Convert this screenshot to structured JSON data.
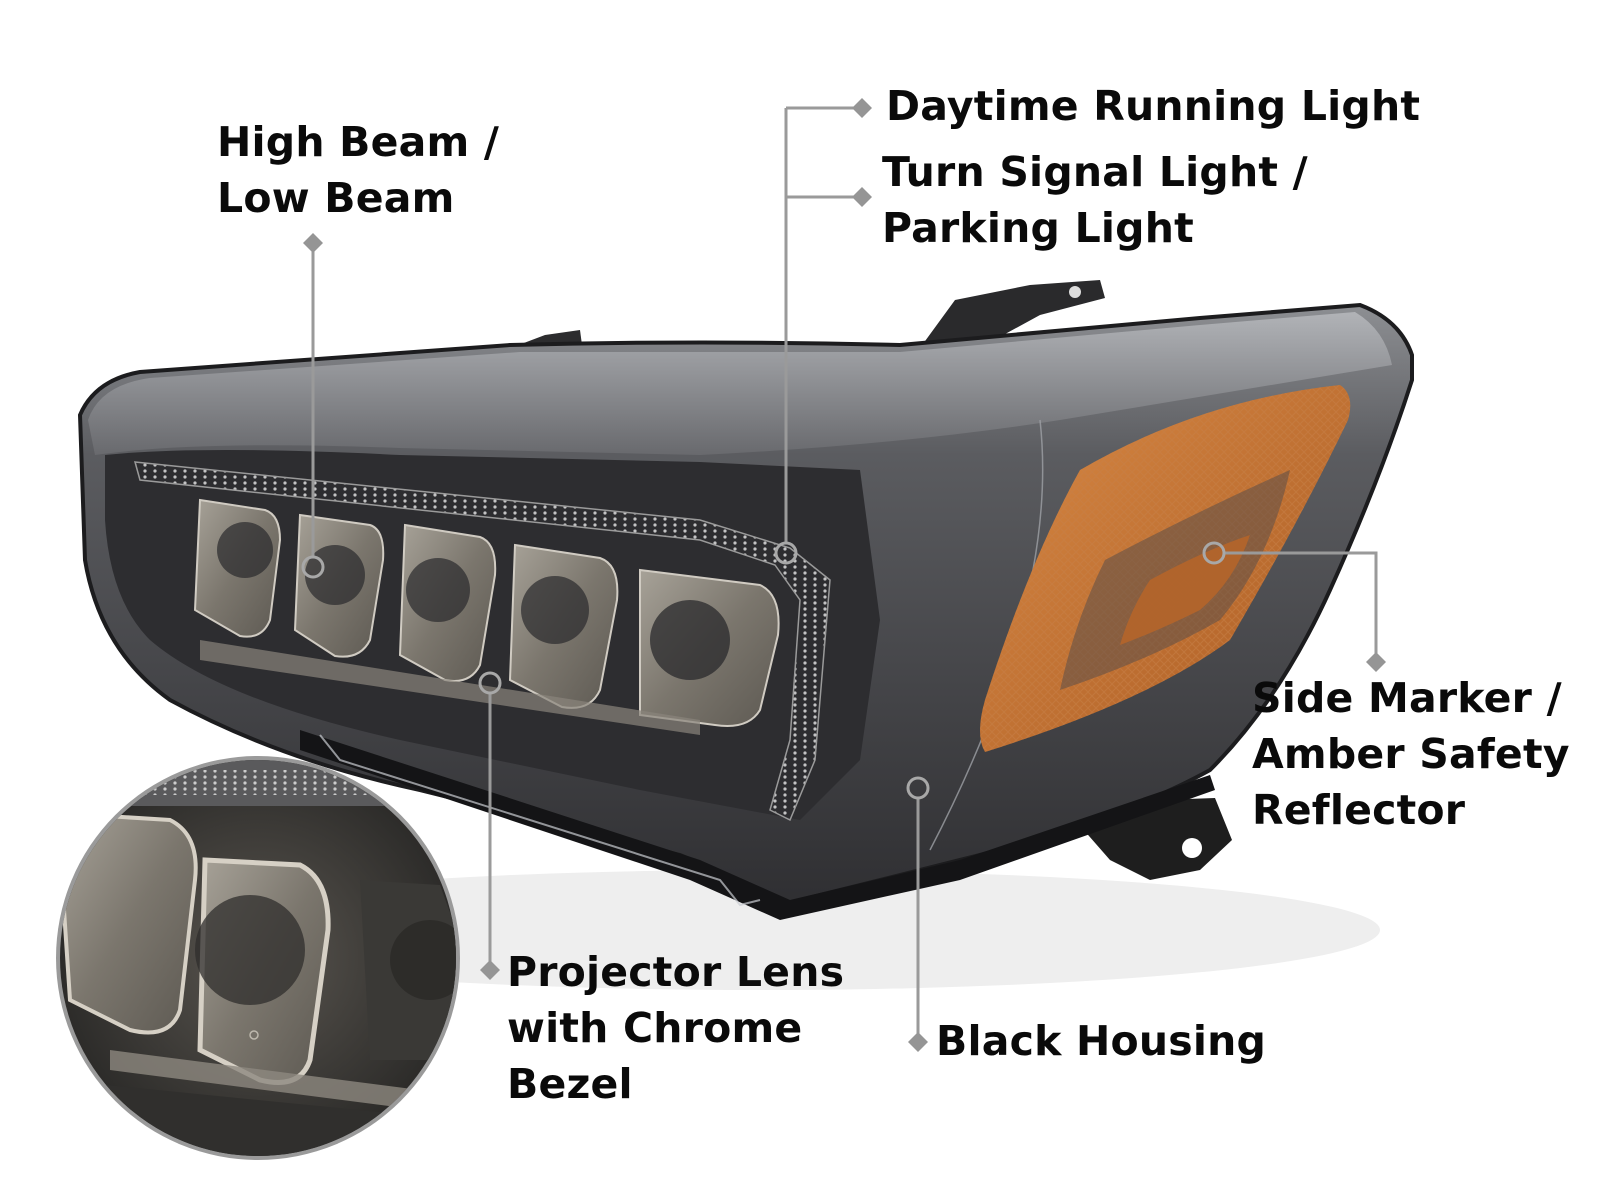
{
  "figure": {
    "subject": "LED projector headlight assembly",
    "callout_line_color": "#9a9a9a",
    "colors": {
      "housing": "#3b3b3e",
      "lens_tint": "#5a5a5e",
      "amber_reflector": "#c9732e",
      "chrome_bezel": "#8d887f",
      "bracket": "#1e1e1e"
    }
  },
  "callouts": {
    "high_low_beam": {
      "lines": [
        "High Beam /",
        "Low Beam"
      ]
    },
    "drl": {
      "lines": [
        "Daytime Running Light"
      ]
    },
    "turn_signal": {
      "lines": [
        "Turn Signal Light /",
        "Parking Light"
      ]
    },
    "side_marker": {
      "lines": [
        "Side Marker /",
        "Amber Safety",
        "Reflector"
      ]
    },
    "projector": {
      "lines": [
        "Projector Lens",
        "with Chrome",
        "Bezel"
      ]
    },
    "housing": {
      "lines": [
        "Black Housing"
      ]
    }
  },
  "inset": {
    "description": "Zoomed detail of projector lens with chrome bezel"
  }
}
